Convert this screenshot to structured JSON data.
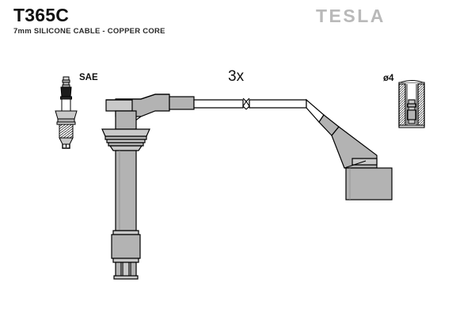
{
  "header": {
    "part_number": "T365C",
    "description": "7mm SILICONE CABLE - COPPER CORE",
    "brand": "TESLA"
  },
  "labels": {
    "sae": "SAE",
    "quantity": "3x",
    "diameter": "ø4"
  },
  "colors": {
    "part_fill": "#b3b3b3",
    "part_fill_light": "#c9c9c9",
    "part_fill_dark": "#9a9a9a",
    "outline": "#000000",
    "background": "#ffffff",
    "logo_gray": "#b9b9b9",
    "text": "#111111"
  },
  "diagram": {
    "title": "ignition-cable-set-technical-drawing",
    "components": [
      {
        "name": "spark-plug-reference",
        "label": "SAE"
      },
      {
        "name": "cable-assembly-left-boot",
        "label": ""
      },
      {
        "name": "cable-run",
        "label": "3x"
      },
      {
        "name": "cable-assembly-right-boot",
        "label": ""
      },
      {
        "name": "connector-cross-section",
        "label": "ø4"
      }
    ]
  }
}
